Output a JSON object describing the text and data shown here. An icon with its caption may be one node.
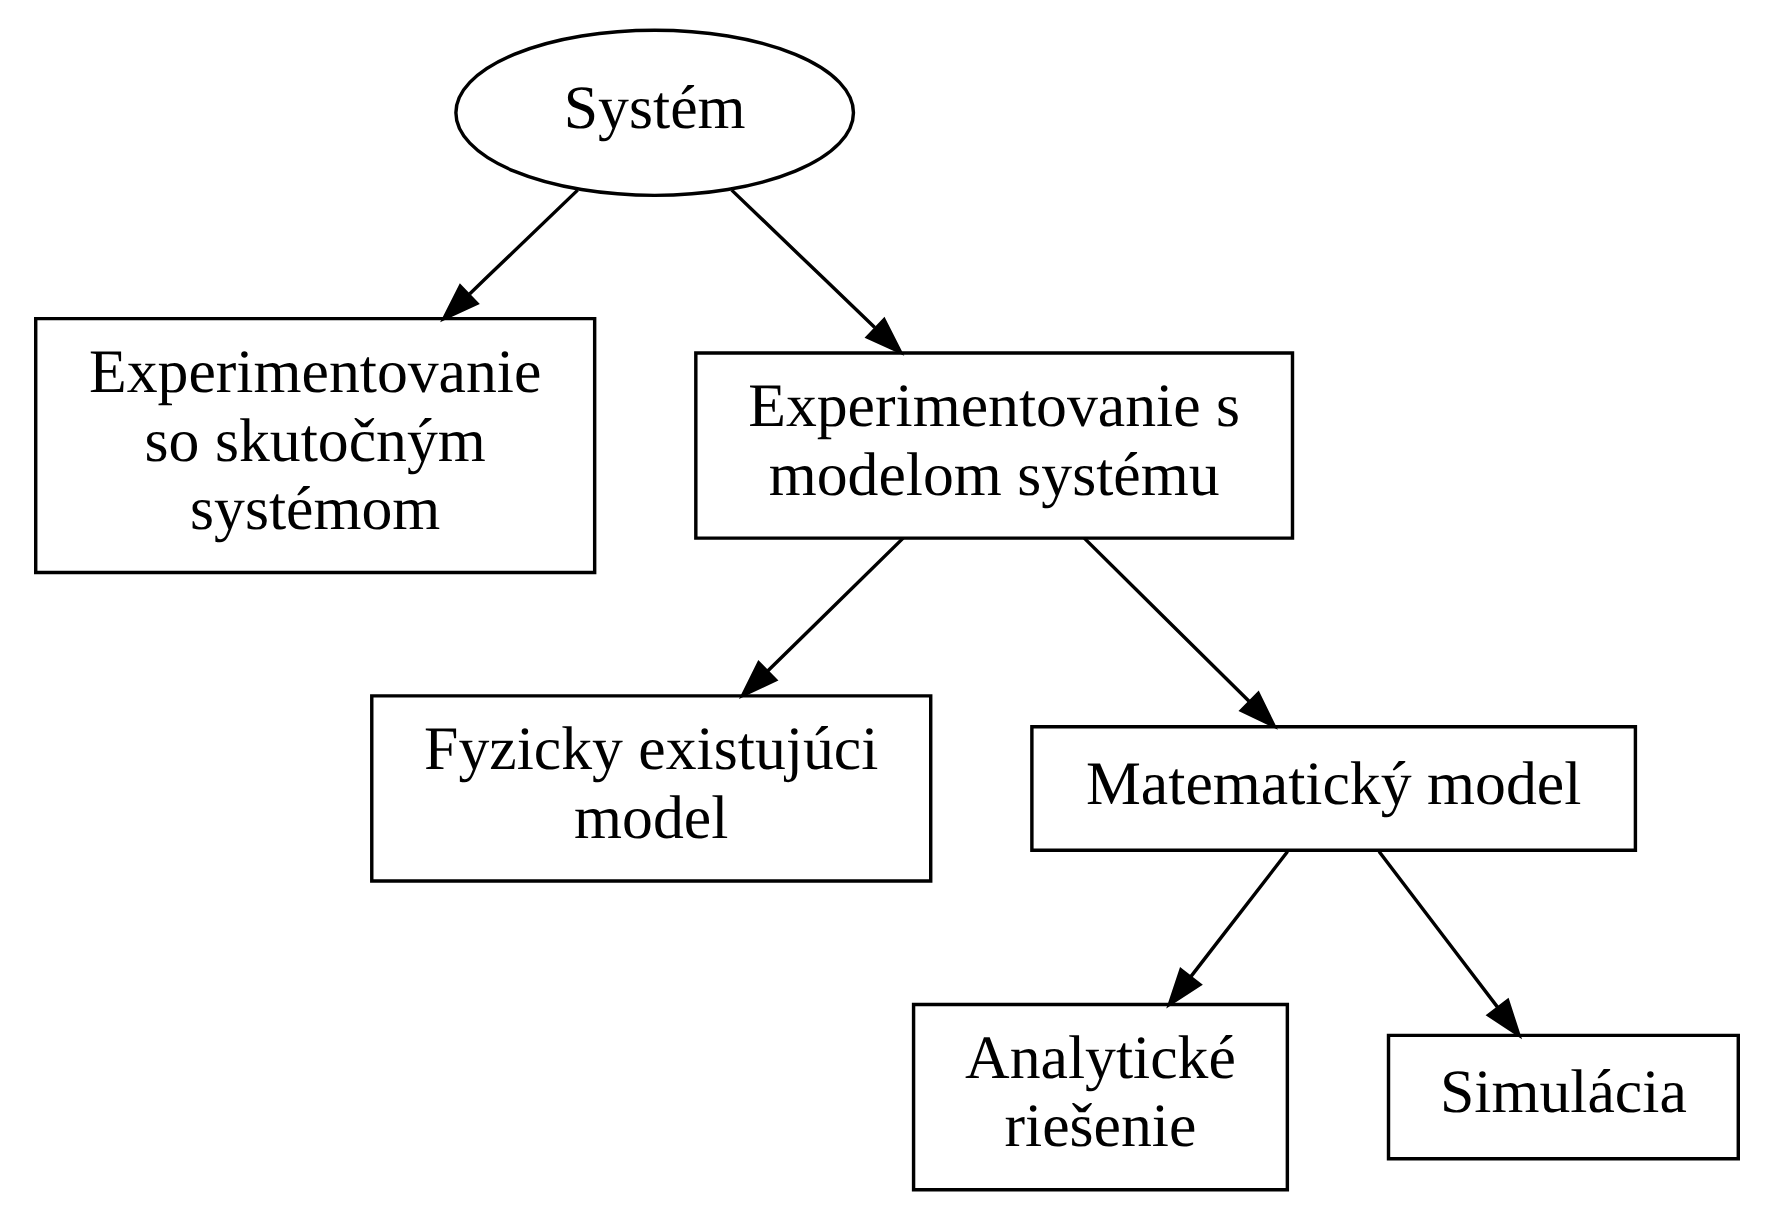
{
  "diagram": {
    "nodes": [
      {
        "text": [
          "Systém"
        ]
      },
      {
        "text": [
          "Experimentovanie so skutočným systémom"
        ]
      },
      {
        "text": [
          "Experimentovanie s modelom systému"
        ]
      },
      {
        "text": [
          "Fyzicky existujúci model"
        ]
      },
      {
        "text": [
          "Matematický model"
        ]
      },
      {
        "text": [
          "Analytické riešenie"
        ]
      },
      {
        "text": [
          "Simulácia"
        ]
      }
    ],
    "edges": [
      {
        "from": 0,
        "to": 1,
        "arrow": "to"
      },
      {
        "from": 0,
        "to": 2,
        "arrow": "to"
      },
      {
        "from": 2,
        "to": 3,
        "arrow": "to"
      },
      {
        "from": 2,
        "to": 4,
        "arrow": "to"
      },
      {
        "from": 4,
        "to": 5,
        "arrow": "to"
      },
      {
        "from": 4,
        "to": 6,
        "arrow": "to"
      }
    ]
  }
}
